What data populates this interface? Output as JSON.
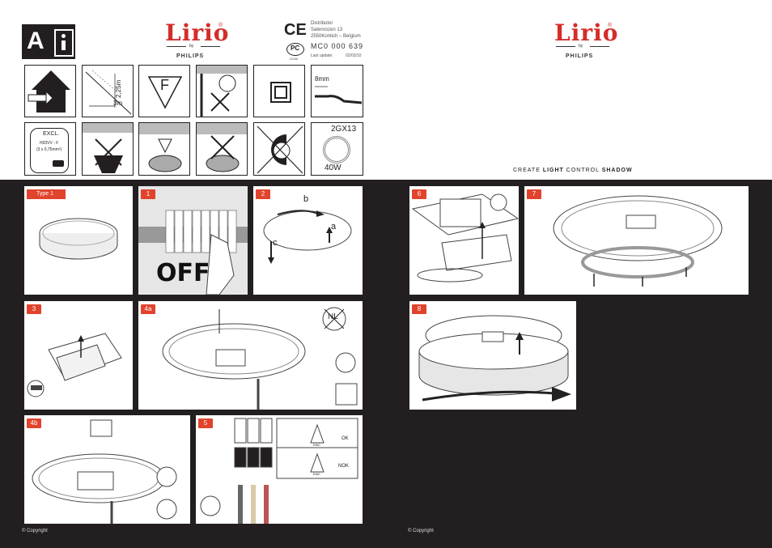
{
  "brand": {
    "name": "Lirio",
    "registered": "®",
    "by": "by",
    "partner": "PHILIPS"
  },
  "distributor": {
    "label": "Distributor",
    "street": "Satenrozen 13",
    "city": "2550Kontich  –  Belgium",
    "model": "MC0 000 639",
    "update_label": "Last  update:",
    "update_date": "02/03/10",
    "ce_mark": "CE",
    "pc_mark": "PC",
    "pc_code": "AG66"
  },
  "tagline": {
    "w1": "CREATE",
    "w2": "LIGHT",
    "w3": "CONTROL",
    "w4": "SHADOW"
  },
  "icons": {
    "manual_letter": "A",
    "distance_vertical": "2,25m",
    "distance_horizontal": "3m",
    "fire_letter": "F",
    "strip_length": "8mm",
    "cable_excl": "EXCL.",
    "cable_type": "H03VV - F",
    "cable_section": "(3 x 0,75mm²)",
    "bulb_type": "2GX13",
    "bulb_power": "40W"
  },
  "steps": {
    "type": "Type 1",
    "s1": "1",
    "off": "OFF",
    "s2": "2",
    "dir_a": "a",
    "dir_b": "b",
    "dir_c": "c",
    "s3": "3",
    "s4a": "4a",
    "nl_mark": "NL",
    "s4b": "4b",
    "s5": "5",
    "ok": "OK",
    "nok": "NOK",
    "emc": "EMC",
    "s6": "6",
    "s7": "7",
    "s8": "8"
  },
  "footer": {
    "copyright_left": "© Copyright",
    "copyright_right": "© Copyright"
  }
}
